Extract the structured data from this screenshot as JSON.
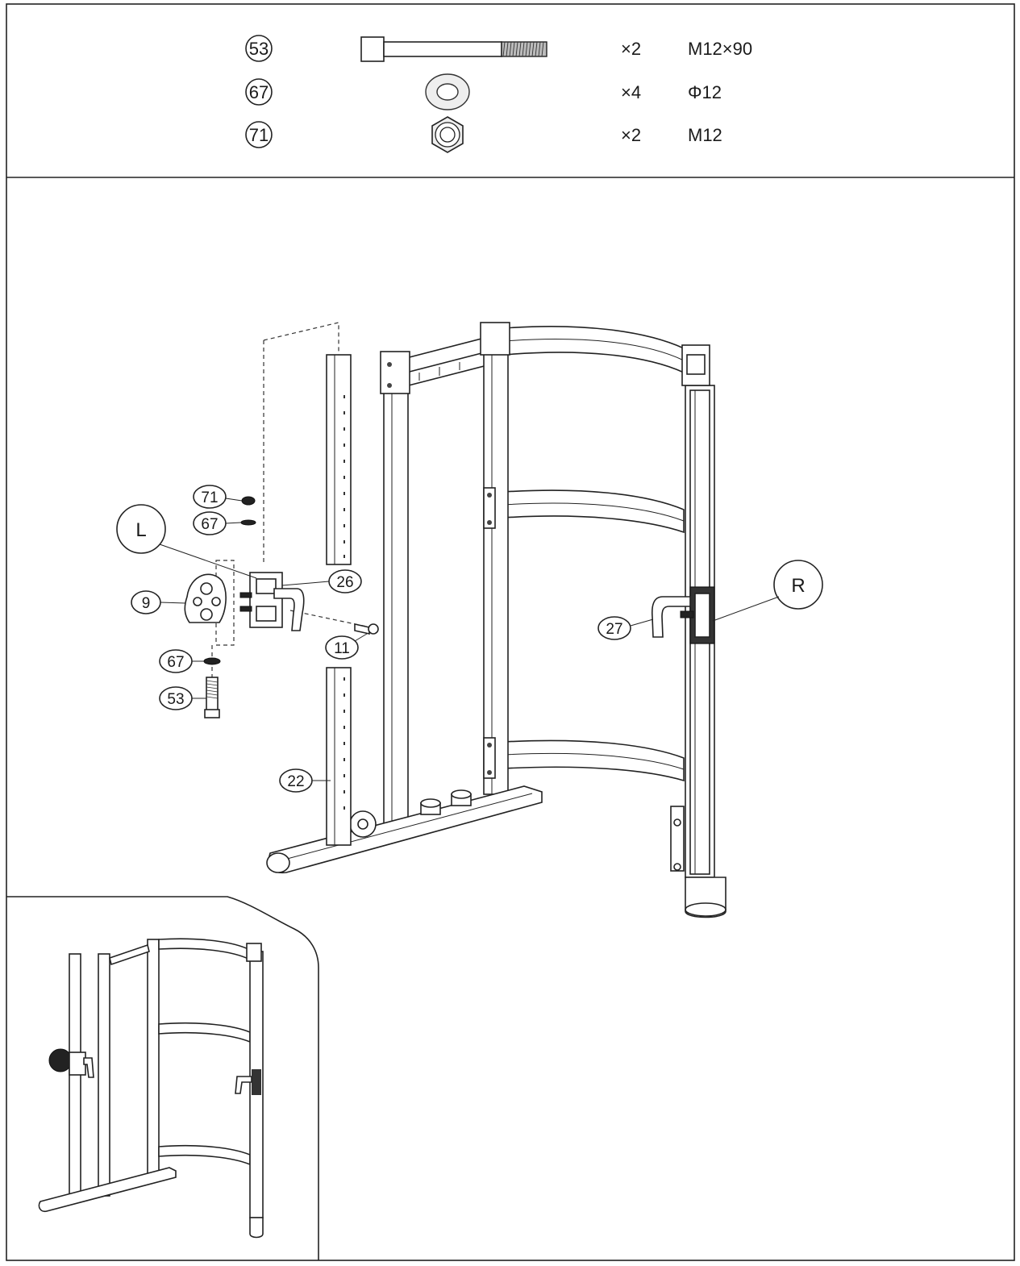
{
  "hardware": [
    {
      "number": "53",
      "qty": "×2",
      "size": "M12×90",
      "icon": "bolt-icon"
    },
    {
      "number": "67",
      "qty": "×4",
      "size": "Φ12",
      "icon": "washer-icon"
    },
    {
      "number": "71",
      "qty": "×2",
      "size": "M12",
      "icon": "nut-icon"
    }
  ],
  "callouts": {
    "c71": "71",
    "c67a": "67",
    "c26": "26",
    "c9": "9",
    "c11": "11",
    "c67b": "67",
    "c53": "53",
    "c22": "22",
    "c27": "27"
  },
  "side_labels": {
    "left": "L",
    "right": "R"
  }
}
